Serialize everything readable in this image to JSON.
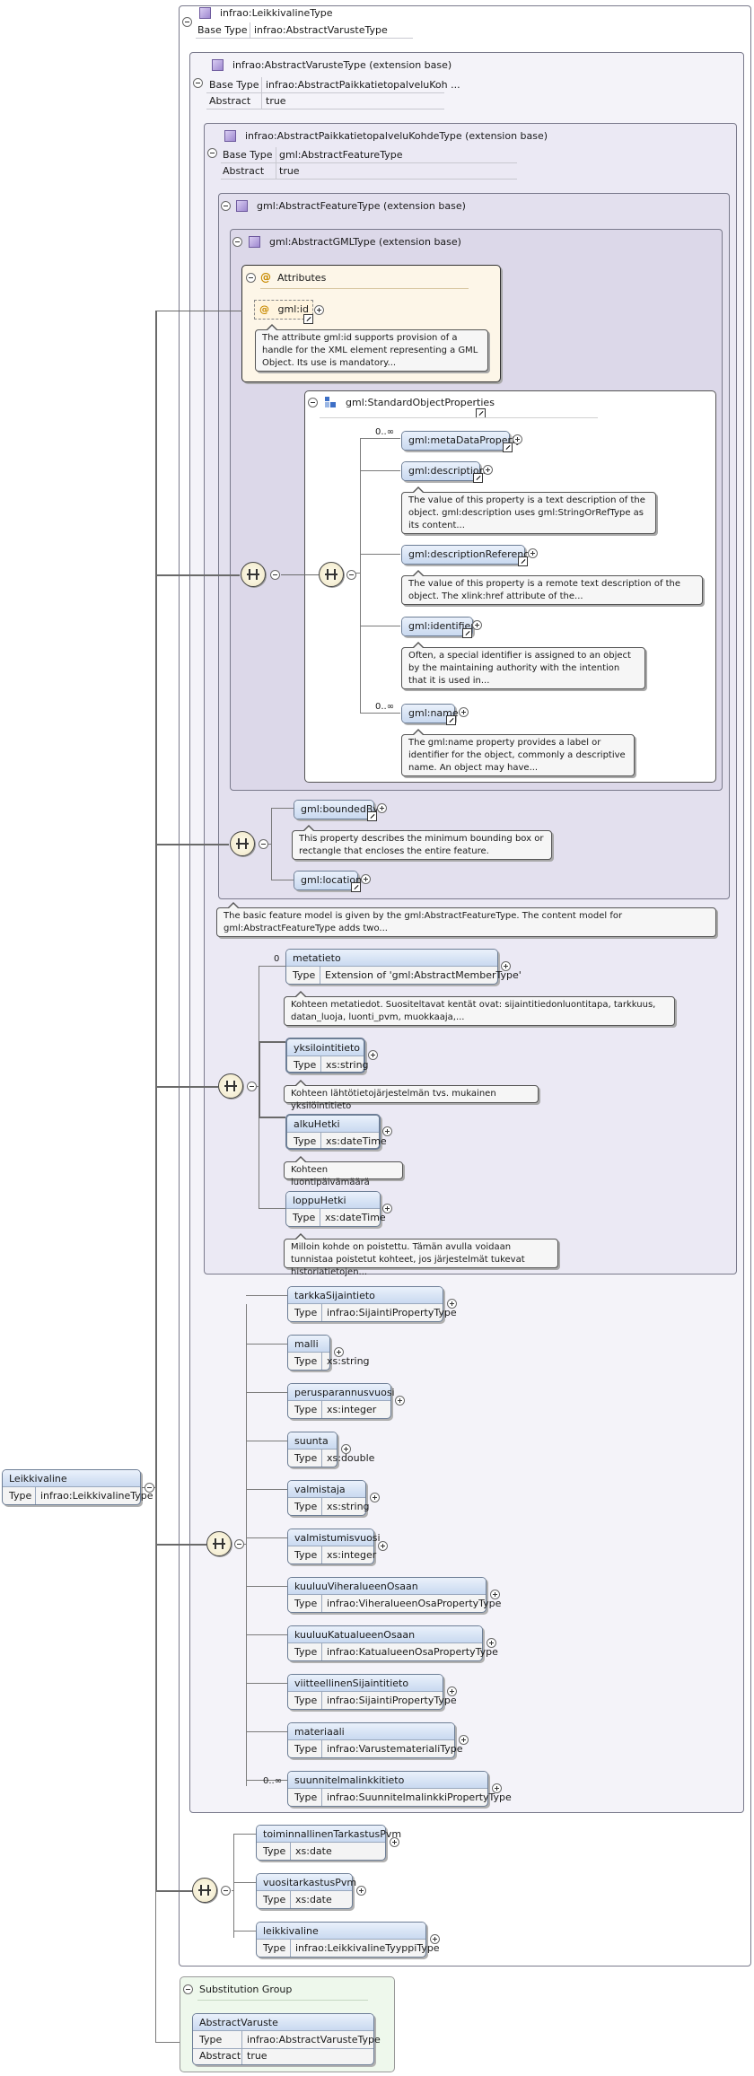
{
  "root": {
    "name": "Leikkivaline",
    "type_label": "Type",
    "type_value": "infrao:LeikkivalineType"
  },
  "complex_type": {
    "title": "infrao:LeikkivalineType",
    "base_type_label": "Base Type",
    "base_type_value": "infrao:AbstractVarusteType"
  },
  "ext_varuste": {
    "title": "infrao:AbstractVarusteType (extension base)",
    "base_type_label": "Base Type",
    "base_type_value": "infrao:AbstractPaikkatietopalveluKoh ...",
    "abstract_label": "Abstract",
    "abstract_value": "true"
  },
  "ext_paikka": {
    "title": "infrao:AbstractPaikkatietopalveluKohdeType (extension base)",
    "base_type_label": "Base Type",
    "base_type_value": "gml:AbstractFeatureType",
    "abstract_label": "Abstract",
    "abstract_value": "true"
  },
  "ext_feature": {
    "title": "gml:AbstractFeatureType (extension base)"
  },
  "ext_gml": {
    "title": "gml:AbstractGMLType (extension base)"
  },
  "attributes": {
    "title": "Attributes",
    "attr_name": "gml:id",
    "attr_doc": "The attribute gml:id supports provision of a handle for the XML element representing a GML Object. Its use is mandatory..."
  },
  "std_props": {
    "title": "gml:StandardObjectProperties",
    "items": [
      {
        "name": "gml:metaDataProperty",
        "card": "0..∞",
        "doc": ""
      },
      {
        "name": "gml:description",
        "card": "",
        "doc": "The value of this property is a text description of the object. gml:description uses gml:StringOrRefType as its content..."
      },
      {
        "name": "gml:descriptionReference",
        "card": "",
        "doc": "The value of this property is a remote text description of the object. The xlink:href attribute of the..."
      },
      {
        "name": "gml:identifier",
        "card": "",
        "doc": "Often, a special identifier is assigned to an object by the maintaining authority with the intention that it is used in..."
      },
      {
        "name": "gml:name",
        "card": "0..∞",
        "doc": "The gml:name property provides a label or identifier for the object, commonly a descriptive name. An object may have..."
      }
    ]
  },
  "feature_seq": {
    "items": [
      {
        "name": "gml:boundedBy",
        "doc": "This property describes the minimum bounding box or rectangle that encloses the entire feature."
      },
      {
        "name": "gml:location",
        "doc": ""
      }
    ]
  },
  "feature_doc": "The basic feature model is given by the gml:AbstractFeatureType. The content model for gml:AbstractFeatureType adds two...",
  "paikka_seq": {
    "items": [
      {
        "name": "metatieto",
        "card": "0",
        "type_label": "Type",
        "type_value": "Extension of 'gml:AbstractMemberType'",
        "doc": "Kohteen metatiedot. Suositeltavat kentät ovat: sijaintitiedonluontitapa, tarkkuus, datan_luoja, luonti_pvm, muokkaaja,..."
      },
      {
        "name": "yksilointitieto",
        "card": "",
        "type_label": "Type",
        "type_value": "xs:string",
        "doc": "Kohteen lähtötietojärjestelmän tvs. mukainen yksilöintitieto"
      },
      {
        "name": "alkuHetki",
        "card": "",
        "type_label": "Type",
        "type_value": "xs:dateTime",
        "doc": "Kohteen luontipäivämäärä"
      },
      {
        "name": "loppuHetki",
        "card": "",
        "type_label": "Type",
        "type_value": "xs:dateTime",
        "doc": "Milloin kohde on poistettu. Tämän avulla voidaan tunnistaa poistetut kohteet, jos järjestelmät tukevat historiatietojen..."
      }
    ]
  },
  "varuste_seq": {
    "items": [
      {
        "name": "tarkkaSijaintieto",
        "card": "",
        "type_label": "Type",
        "type_value": "infrao:SijaintiPropertyType"
      },
      {
        "name": "malli",
        "card": "",
        "type_label": "Type",
        "type_value": "xs:string"
      },
      {
        "name": "perusparannusvuosi",
        "card": "",
        "type_label": "Type",
        "type_value": "xs:integer"
      },
      {
        "name": "suunta",
        "card": "",
        "type_label": "Type",
        "type_value": "xs:double"
      },
      {
        "name": "valmistaja",
        "card": "",
        "type_label": "Type",
        "type_value": "xs:string"
      },
      {
        "name": "valmistumisvuosi",
        "card": "",
        "type_label": "Type",
        "type_value": "xs:integer"
      },
      {
        "name": "kuuluuViheralueenOsaan",
        "card": "",
        "type_label": "Type",
        "type_value": "infrao:ViheralueenOsaPropertyType"
      },
      {
        "name": "kuuluuKatualueenOsaan",
        "card": "",
        "type_label": "Type",
        "type_value": "infrao:KatualueenOsaPropertyType"
      },
      {
        "name": "viitteellinenSijaintitieto",
        "card": "",
        "type_label": "Type",
        "type_value": "infrao:SijaintiPropertyType"
      },
      {
        "name": "materiaali",
        "card": "",
        "type_label": "Type",
        "type_value": "infrao:VarustematerialiType"
      },
      {
        "name": "suunnitelmalinkkitieto",
        "card": "0..∞",
        "type_label": "Type",
        "type_value": "infrao:SuunnitelmalinkkiPropertyType"
      }
    ]
  },
  "leikki_seq": {
    "items": [
      {
        "name": "toiminnallinenTarkastusPvm",
        "type_label": "Type",
        "type_value": "xs:date"
      },
      {
        "name": "vuositarkastusPvm",
        "type_label": "Type",
        "type_value": "xs:date"
      },
      {
        "name": "leikkivaline",
        "type_label": "Type",
        "type_value": "infrao:LeikkivalineTyyppiType"
      }
    ]
  },
  "subst_group": {
    "title": "Substitution Group",
    "name": "AbstractVaruste",
    "type_label": "Type",
    "type_value": "infrao:AbstractVarusteType",
    "abstract_label": "Abstract",
    "abstract_value": "true"
  }
}
